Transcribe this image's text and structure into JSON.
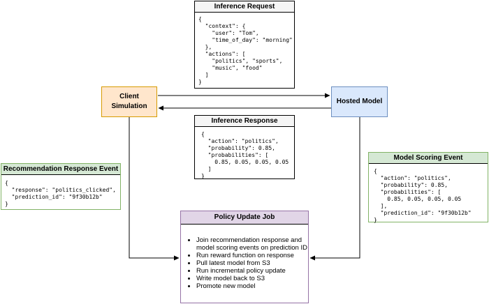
{
  "colors": {
    "client_fill": "#ffe6cc",
    "client_border": "#d79b00",
    "model_fill": "#dae8fc",
    "model_border": "#6c8ebf",
    "event_header_fill": "#d5e8d4",
    "event_border": "#82b366",
    "policy_header_fill": "#e1d5e7",
    "policy_border": "#9673a6",
    "request_header_fill": "#f5f5f5"
  },
  "nodes": {
    "client": {
      "line1": "Client",
      "line2": "Simulation"
    },
    "model": {
      "label": "Hosted Model"
    }
  },
  "inference_request": {
    "title": "Inference Request",
    "lines": [
      "{",
      "  \"context\": {",
      "    \"user\": \"Tom\",",
      "    \"time_of_day\": \"morning\"",
      "  },",
      "  \"actions\": [",
      "    \"politics\", \"sports\",",
      "    \"music\", \"food\"",
      "  ]",
      "}"
    ]
  },
  "inference_response": {
    "title": "Inference Response",
    "lines": [
      "{",
      "  \"action\": \"politics\",",
      "  \"probability\": 0.85,",
      "  \"probabilities\": [",
      "    0.85, 0.05, 0.05, 0.05",
      "  ]",
      "}"
    ]
  },
  "recommendation_event": {
    "title": "Recommendation Response Event",
    "lines": [
      "{",
      "  \"response\": \"politics_clicked\",",
      "  \"prediction_id\": \"9f30b12b\"",
      "}"
    ]
  },
  "model_scoring_event": {
    "title": "Model Scoring Event",
    "lines": [
      "{",
      "  \"action\": \"politics\",",
      "  \"probability\": 0.85,",
      "  \"probabilities\": [",
      "    0.85, 0.05, 0.05, 0.05",
      "  ],",
      "  \"prediction_id\": \"9f30b12b\"",
      "}"
    ]
  },
  "policy_update": {
    "title": "Policy Update Job",
    "tasks": [
      "Join recommendation response and model scoring events on prediction ID",
      "Run reward function on response",
      "Pull latest model from S3",
      "Run incremental policy update",
      "Write model back to S3",
      "Promote new model"
    ]
  }
}
